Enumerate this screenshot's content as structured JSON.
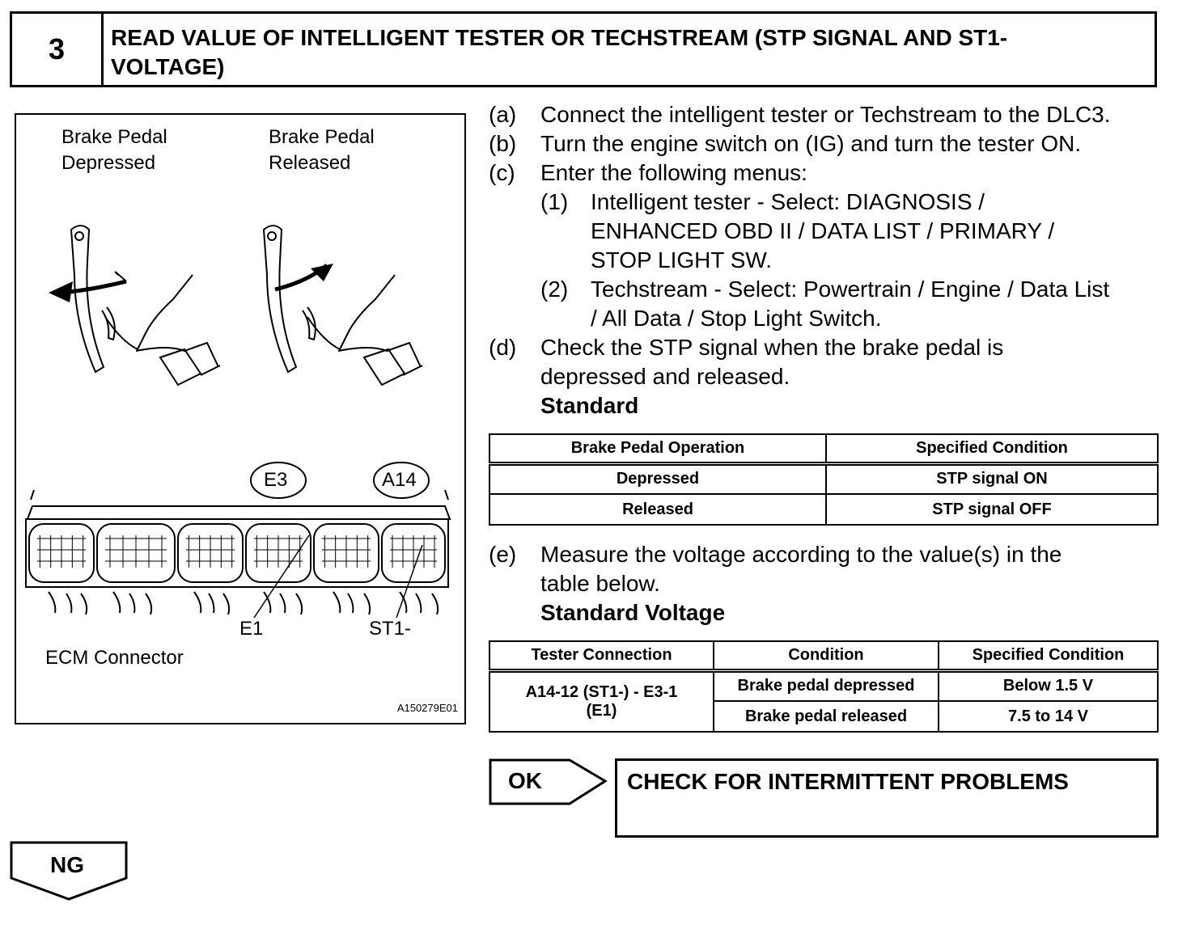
{
  "header": {
    "step_number": "3",
    "title_line1": "READ VALUE OF INTELLIGENT TESTER OR TECHSTREAM (STP SIGNAL AND ST1-",
    "title_line2": "VOLTAGE)"
  },
  "figure": {
    "label_depressed_1": "Brake Pedal",
    "label_depressed_2": "Depressed",
    "label_released_1": "Brake Pedal",
    "label_released_2": "Released",
    "connector_e3": "E3",
    "connector_a14": "A14",
    "pin_e1": "E1",
    "pin_st1": "ST1-",
    "ecm_label": "ECM Connector",
    "figure_id": "A150279E01"
  },
  "steps": [
    {
      "mark": "(a)",
      "lines": [
        "Connect the intelligent tester or Techstream to the DLC3."
      ]
    },
    {
      "mark": "(b)",
      "lines": [
        "Turn the engine switch on (IG) and turn the tester ON."
      ]
    },
    {
      "mark": "(c)",
      "lines": [
        "Enter the following menus:"
      ]
    },
    {
      "mark": "(1)",
      "lines": [
        "Intelligent tester - Select: DIAGNOSIS /",
        "ENHANCED OBD II / DATA LIST / PRIMARY /",
        "STOP LIGHT SW."
      ]
    },
    {
      "mark": "(2)",
      "lines": [
        "Techstream - Select: Powertrain / Engine / Data List",
        "/ All Data / Stop Light Switch."
      ]
    },
    {
      "mark": "(d)",
      "lines": [
        "Check the STP signal when the brake pedal is",
        "depressed and released."
      ]
    },
    {
      "mark": "(e)",
      "lines": [
        "Measure the voltage according to the value(s) in the",
        "table below."
      ]
    }
  ],
  "standard_label": "Standard",
  "standard_voltage_label": "Standard Voltage",
  "table1": {
    "headers": [
      "Brake Pedal Operation",
      "Specified Condition"
    ],
    "rows": [
      [
        "Depressed",
        "STP signal ON"
      ],
      [
        "Released",
        "STP signal OFF"
      ]
    ]
  },
  "table2": {
    "headers": [
      "Tester Connection",
      "Condition",
      "Specified Condition"
    ],
    "connection_line1": "A14-12 (ST1-) - E3-1",
    "connection_line2": "(E1)",
    "rows": [
      [
        "Brake pedal depressed",
        "Below 1.5 V"
      ],
      [
        "Brake pedal released",
        "7.5 to 14 V"
      ]
    ]
  },
  "result": {
    "ok_label": "OK",
    "ok_action": "CHECK FOR INTERMITTENT PROBLEMS",
    "ng_label": "NG"
  }
}
